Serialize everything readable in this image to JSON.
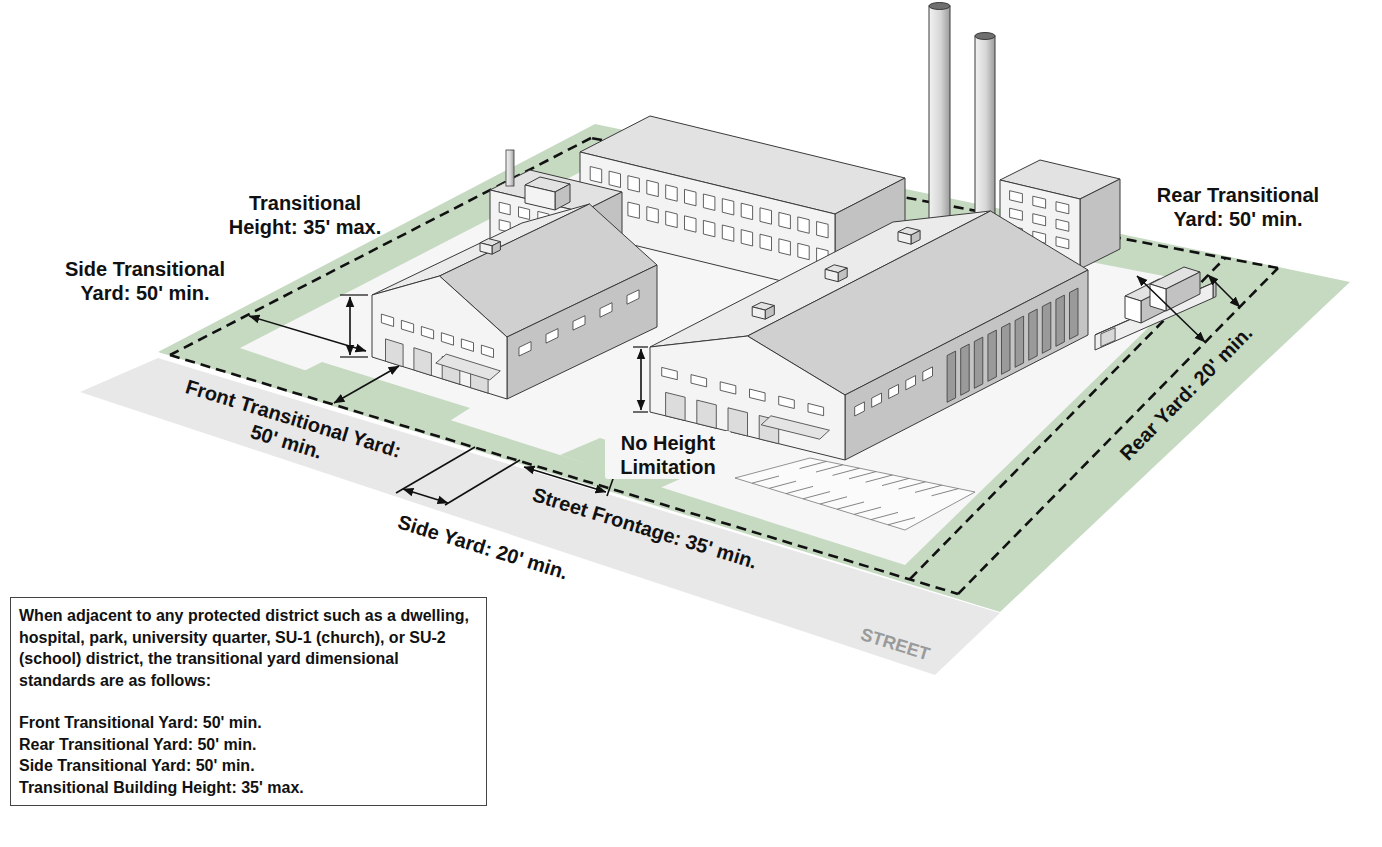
{
  "diagram": {
    "nodes": [
      {
        "text": [
          "When adjacent to any protected district such as a dwelling, hospital, park, university quarter, SU-1 (church), or SU-2 (school) district, the transitional yard dimensional standards are as follows:",
          "Front Transitional Yard: 50' min.",
          "Rear Transitional Yard: 50' min.",
          "Side Transitional Yard: 50' min.",
          "Transitional Building Height: 35' max."
        ]
      }
    ],
    "labels": [
      "Transitional Height: 35' max.",
      "Rear Transitional Yard: 50' min.",
      "Side Transitional Yard: 50' min.",
      "Front Transitional Yard: 50' min.",
      "No Height Limitation",
      "Rear Yard: 20' min.",
      "Street Frontage: 35' min.",
      "Side Yard: 20' min.",
      "STREET"
    ]
  }
}
